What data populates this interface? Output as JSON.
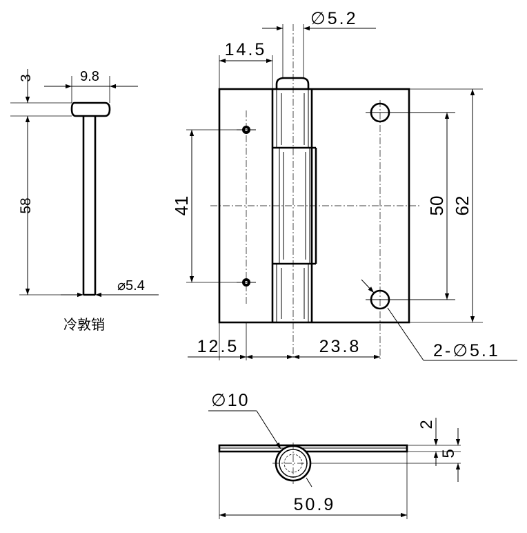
{
  "pin": {
    "caption": "冷敦销",
    "head_thickness": "3",
    "head_width": "9.8",
    "length": "58",
    "diameter": "⌀5.4"
  },
  "front_view": {
    "pin_diameter": "∅5.2",
    "knuckle_offset": "14.5",
    "hole_spacing_left": "41",
    "hole_spacing_right": "50",
    "height": "62",
    "left_offset": "12.5",
    "right_offset": "23.8",
    "holes": "2-∅5.1"
  },
  "bottom_view": {
    "barrel_diameter": "∅10",
    "leaf_thickness": "2",
    "overall_thickness": "5",
    "open_width": "50.9"
  }
}
